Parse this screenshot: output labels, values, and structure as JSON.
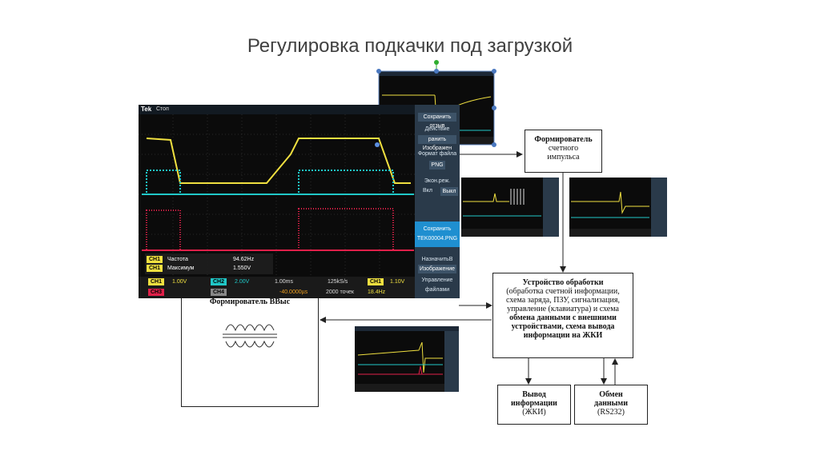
{
  "title": "Регулировка подкачки под загрузкой",
  "boxes": {
    "shaper_pulse": {
      "line1": "Формирователь",
      "line2": "счетного",
      "line3": "импульса"
    },
    "processor": {
      "title": "Устройство обработки",
      "lines": [
        "(обработка счетной информации,",
        "схема заряда, ПЗУ, сигнализация,",
        "управление (клавиатура) и схема",
        "обмена данными с внешними",
        "устройствами, схема вывода",
        "информации на ЖКИ"
      ]
    },
    "output": {
      "line1": "Вывод",
      "line2": "информации",
      "line3": "(ЖКИ)"
    },
    "exchange": {
      "line1": "Обмен",
      "line2": "данными",
      "line3": "(RS232)"
    },
    "shaper_hv": {
      "label": "Формирователь ВВыс"
    }
  },
  "scope": {
    "brand": "Tek",
    "mode": "Стоп",
    "side_menu": {
      "save_screen": "Сохранить отзыв",
      "action": "Действие",
      "save_image": "ранить Изображен",
      "file_format": "Формат файла",
      "png": "PNG",
      "eco_mode": "Экон.реж.",
      "on": "Вкл",
      "off": "Выкл",
      "save": "Сохранить",
      "filename": "TEK00004.PNG",
      "assign": "НазначитьВ",
      "image": "Изображение",
      "manage": "Управление",
      "files": "файлами"
    },
    "measurements": [
      {
        "channel": "CH1",
        "name": "Частота",
        "value": "94.62Hz"
      },
      {
        "channel": "CH1",
        "name": "Максимум",
        "value": "1.550V"
      }
    ],
    "status": {
      "ch1": "CH1",
      "ch1_scale": "1.00V",
      "ch2": "CH2",
      "ch2_scale": "2.00V",
      "ch3": "CH3",
      "ch4": "CH4",
      "timebase": "1.00ms",
      "position": "-40.0000µs",
      "sample_rate": "125kS/s",
      "points": "2000 точек",
      "trig_ch": "CH1",
      "trig_level": "1.10V",
      "freq": "18.4Hz"
    }
  },
  "colors": {
    "ch1": "#f0e040",
    "ch2": "#20c8c8",
    "ch3": "#e0204a",
    "panel": "#2a3a4a",
    "accent": "#1f8fd0"
  }
}
